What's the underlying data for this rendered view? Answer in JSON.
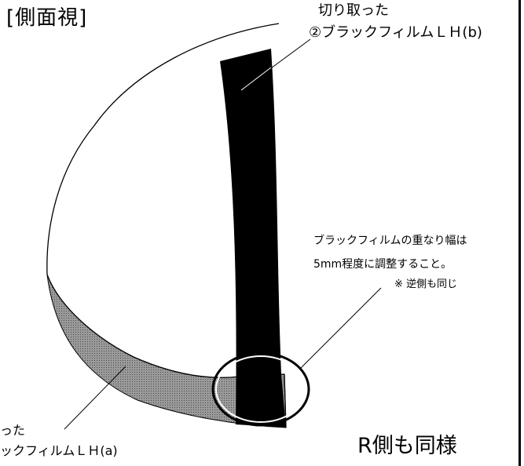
{
  "title": "[側面視]",
  "callout_b": {
    "line1": "切り取った",
    "line2": "②ブラックフィルムＬＨ(b)"
  },
  "note": {
    "line1": "ブラックフィルムの重なり幅は",
    "line2": "5mm程度に調整すること。",
    "line3": "※ 逆側も同じ"
  },
  "callout_a": {
    "line1": "った",
    "line2": "ックフィルムＬＨ(a)"
  },
  "footer": "R側も同様",
  "colors": {
    "film": "#000000",
    "shaded_film": "#8a8a8a",
    "outline": "#000000",
    "background": "#ffffff"
  }
}
